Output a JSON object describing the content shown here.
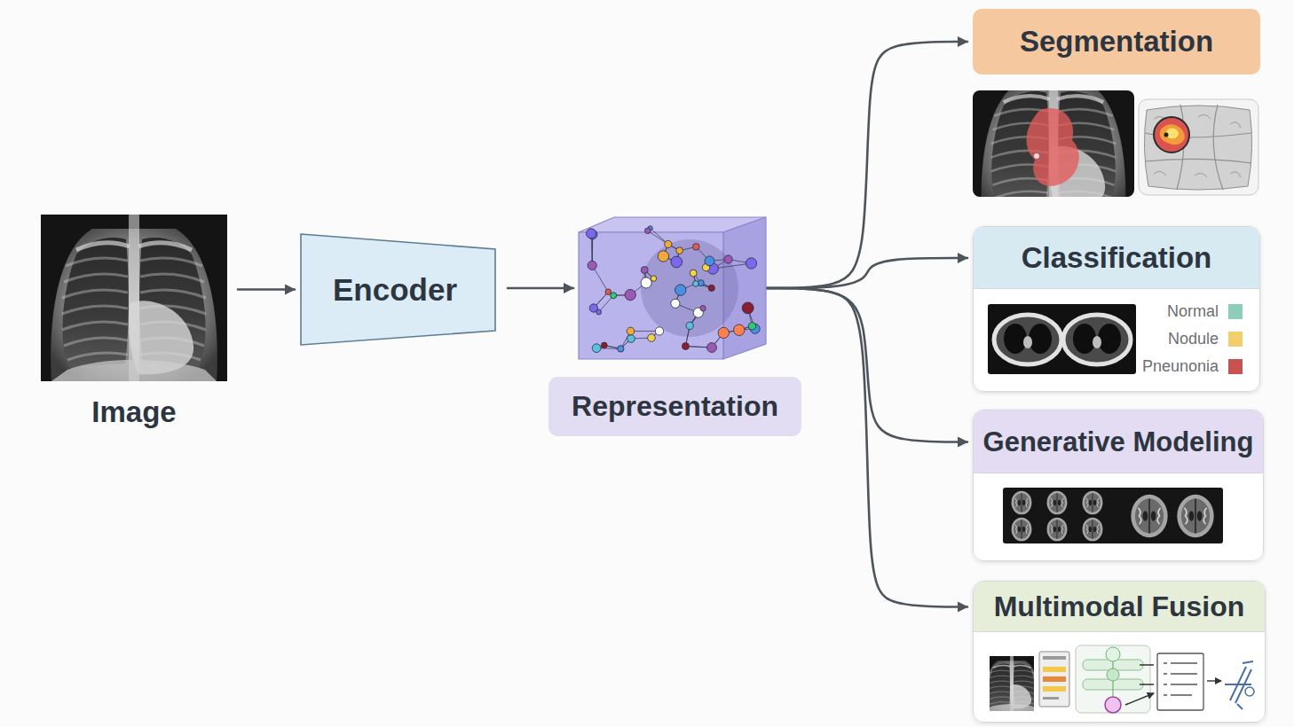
{
  "diagram": {
    "nodes": [
      {
        "text": [
          "Image"
        ]
      },
      {
        "text": [
          "Encoder"
        ]
      },
      {
        "text": [
          "Representation"
        ]
      },
      {
        "text": [
          "Segmentation"
        ]
      },
      {
        "text": [
          "Classification"
        ]
      },
      {
        "text": [
          "Generative Modeling"
        ]
      },
      {
        "text": [
          "Multimodal Fusion"
        ]
      }
    ],
    "edges": [
      {
        "from": 0,
        "to": 1,
        "arrow": "to"
      },
      {
        "from": 1,
        "to": 2,
        "arrow": "to"
      },
      {
        "from": 2,
        "to": 3,
        "arrow": "to"
      },
      {
        "from": 2,
        "to": 4,
        "arrow": "to"
      },
      {
        "from": 2,
        "to": 5,
        "arrow": "to"
      },
      {
        "from": 2,
        "to": 6,
        "arrow": "to"
      }
    ],
    "legend": [
      {
        "text": "Normal",
        "color": "#8fceb6"
      },
      {
        "text": "Nodule",
        "color": "#f2cf6b"
      },
      {
        "text": "Pneunonia",
        "color": "#c8524f"
      }
    ]
  }
}
